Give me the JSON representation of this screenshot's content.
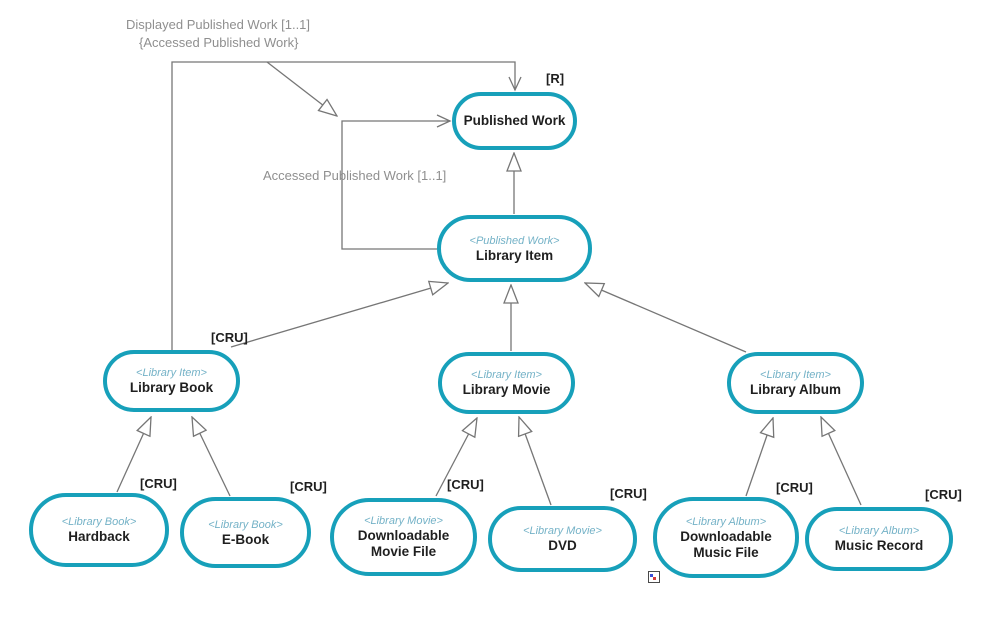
{
  "diagram": {
    "colors": {
      "node_border": "#17a0ba",
      "stereotype_text": "#74b2c7",
      "connector": "#767676",
      "relation_label": "#8f8f8f",
      "node_name_text": "#1f1f1f"
    },
    "icons": {
      "artifact": "image-placeholder-icon"
    },
    "labels": {
      "displayed_relation_name": "Displayed Published Work [1..1]",
      "displayed_relation_constraint": "{Accessed Published Work}",
      "accessed_relation_name": "Accessed Published Work [1..1]"
    },
    "nodes": [
      {
        "id": "published-work",
        "stereotype": "",
        "name": "Published Work",
        "badge": "[R]"
      },
      {
        "id": "library-item",
        "stereotype": "<Published Work>",
        "name": "Library Item"
      },
      {
        "id": "library-book",
        "stereotype": "<Library Item>",
        "name": "Library Book",
        "badge": "[CRU]"
      },
      {
        "id": "library-movie",
        "stereotype": "<Library Item>",
        "name": "Library Movie"
      },
      {
        "id": "library-album",
        "stereotype": "<Library Item>",
        "name": "Library Album"
      },
      {
        "id": "hardback",
        "stereotype": "<Library Book>",
        "name": "Hardback",
        "badge": "[CRU]"
      },
      {
        "id": "e-book",
        "stereotype": "<Library Book>",
        "name": "E-Book",
        "badge": "[CRU]"
      },
      {
        "id": "downloadable-movie-file",
        "stereotype": "<Library Movie>",
        "name": "Downloadable Movie File",
        "badge": "[CRU]"
      },
      {
        "id": "dvd",
        "stereotype": "<Library Movie>",
        "name": "DVD",
        "badge": "[CRU]"
      },
      {
        "id": "downloadable-music-file",
        "stereotype": "<Library Album>",
        "name": "Downloadable Music File",
        "badge": "[CRU]"
      },
      {
        "id": "music-record",
        "stereotype": "<Library Album>",
        "name": "Music Record",
        "badge": "[CRU]"
      }
    ]
  }
}
